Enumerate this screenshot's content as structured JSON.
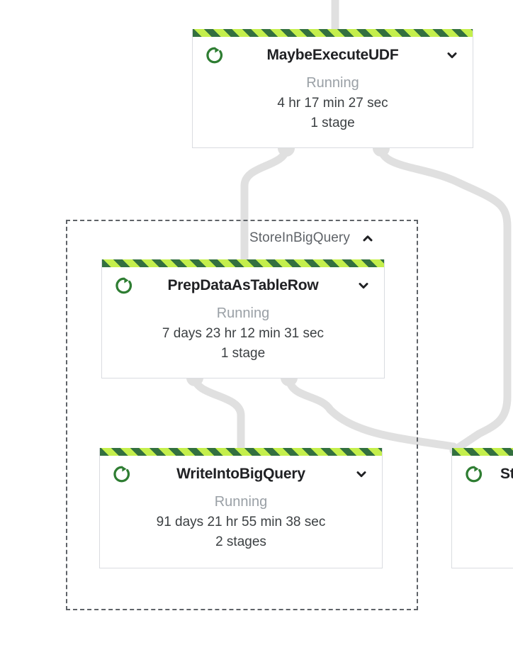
{
  "graph": {
    "background_color": "#ffffff",
    "edge_color": "#e0e0e0",
    "group_border_color": "#5f6368",
    "node_border_color": "#dadce0",
    "stripe_dark": "#33703f",
    "stripe_light": "#c4ef4c",
    "status_icon_color": "#2e7d32",
    "title_color": "#202124",
    "status_text_color": "#9aa0a6"
  },
  "group": {
    "label": "StoreInBigQuery",
    "collapse_icon": "chevron-up-icon",
    "expanded": true
  },
  "nodes": [
    {
      "id": "maybe-execute-udf",
      "title": "MaybeExecuteUDF",
      "status": "Running",
      "status_icon": "running-refresh-icon",
      "duration": "4 hr 17 min 27 sec",
      "stages": "1 stage",
      "expand_icon": "chevron-down-icon"
    },
    {
      "id": "prep-data-as-table-row",
      "title": "PrepDataAsTableRow",
      "status": "Running",
      "status_icon": "running-refresh-icon",
      "duration": "7 days 23 hr 12 min 31 sec",
      "stages": "1 stage",
      "expand_icon": "chevron-down-icon"
    },
    {
      "id": "write-into-bigquery",
      "title": "WriteIntoBigQuery",
      "status": "Running",
      "status_icon": "running-refresh-icon",
      "duration": "91 days 21 hr 55 min 38 sec",
      "stages": "2 stages",
      "expand_icon": "chevron-down-icon"
    },
    {
      "id": "clipped-right-node",
      "title": "St",
      "status": "",
      "status_icon": "running-refresh-icon",
      "duration": "",
      "stages": "",
      "expand_icon": ""
    }
  ]
}
